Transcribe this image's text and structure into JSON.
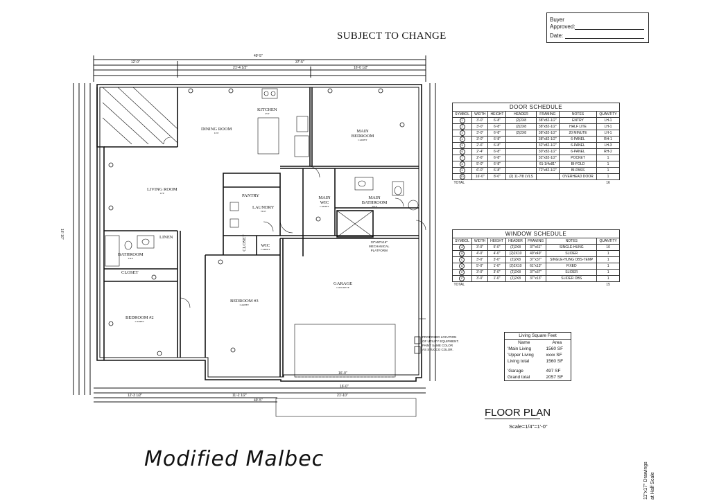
{
  "header": {
    "subject": "SUBJECT TO CHANGE"
  },
  "buyer_box": {
    "buyer_label": "Buyer",
    "approved_label": "Approved:",
    "date_label": "Date:"
  },
  "plan": {
    "title": "FLOOR PLAN",
    "scale": "Scale=1/4\"=1'-0\"",
    "handwritten": "Modified Malbec",
    "side_note_1": "11\"x17\" Drawings",
    "side_note_2": "at Half Scale",
    "utility_note": [
      "PROPOSED LOCATION",
      "OF UTILITY EQUIPMENT.",
      "PAINT SAME COLOR",
      "AS STUCCO COLOR."
    ],
    "mechanical_note": [
      "32\"x60\"x16\"",
      "MECHANICAL",
      "PLATFORM"
    ]
  },
  "rooms": {
    "dining": {
      "name": "DINING ROOM",
      "floor": "LVP"
    },
    "kitchen": {
      "name": "KITCHEN",
      "floor": "LVP"
    },
    "main_bedroom": {
      "name": "MAIN BEDROOM",
      "floor": "CARPET"
    },
    "living": {
      "name": "LIVING ROOM",
      "floor": "LVP"
    },
    "pantry": {
      "name": "PANTRY",
      "floor": ""
    },
    "laundry": {
      "name": "LAUNDRY",
      "floor": "TILE"
    },
    "main_wic": {
      "name": "MAIN WIC",
      "floor": "CARPET"
    },
    "main_bath": {
      "name": "MAIN BATHROOM",
      "floor": "TILE"
    },
    "linen": {
      "name": "LINEN",
      "floor": ""
    },
    "bathroom": {
      "name": "BATHROOM",
      "floor": "TILE"
    },
    "closet1": {
      "name": "CLOSET",
      "floor": ""
    },
    "closet2": {
      "name": "CLOSET",
      "floor": ""
    },
    "wic": {
      "name": "WIC",
      "floor": "CARPET"
    },
    "bedroom3": {
      "name": "BEDROOM #3",
      "floor": "CARPET"
    },
    "bedroom2": {
      "name": "BEDROOM #2",
      "floor": "CARPET"
    },
    "garage": {
      "name": "GARAGE",
      "floor": "CONCRETE"
    }
  },
  "dimensions": {
    "overall_top": "49'-5\"",
    "top_left": "12'-0\"",
    "top_right": "37'-5\"",
    "top_mid": "21'-4 1/2\"",
    "top_mid2": "16'-0 1/2\"",
    "left_overall": "16'-10\"",
    "bottom_overall": "49'-5\"",
    "bottom_garage": "21'-10\"",
    "bottom_garage_door": "16'-0\"",
    "bottom_left": "12'-3 1/2\"",
    "bottom_mid": "11'-2 1/2\"",
    "garage_door_dim": "16'-0\""
  },
  "door_schedule": {
    "title": "DOOR SCHEDULE",
    "headers": [
      "SYMBOL",
      "WIDTH",
      "HEIGHT",
      "HEADER",
      "FRAMING",
      "NOTES",
      "QUANTITY"
    ],
    "rows": [
      [
        "1",
        "3'-0\"",
        "6'-8\"",
        "(2)2X8",
        "38\"x82-1/2\"",
        "ENTRY",
        "LH-1"
      ],
      [
        "2",
        "3'-0\"",
        "6'-8\"",
        "(2)2X8",
        "38\"x82-1/2\"",
        "HALF LITE",
        "LH-1"
      ],
      [
        "3",
        "3'-0\"",
        "6'-8\"",
        "(2)2X8",
        "38\"x82-1/2\"",
        "20 MINUTE",
        "LH-1"
      ],
      [
        "4",
        "3'-0\"",
        "6'-8\"",
        "",
        "38\"x82-1/2\"",
        "6-PANEL",
        "RH-1"
      ],
      [
        "5",
        "2'-6\"",
        "6'-8\"",
        "",
        "32\"x82-1/2\"",
        "6-PANEL",
        "LH-3"
      ],
      [
        "6",
        "2'-4\"",
        "6'-8\"",
        "",
        "30\"x82-1/2\"",
        "6-PANEL",
        "RH-2"
      ],
      [
        "7",
        "2'-6\"",
        "6'-8\"",
        "",
        "32\"x82-1/2\"",
        "POCKET",
        "1"
      ],
      [
        "8",
        "5'-0\"",
        "6'-8\"",
        "",
        "61-1/4x81\"",
        "BI-FOLD",
        "1"
      ],
      [
        "9",
        "6'-0\"",
        "6'-8\"",
        "",
        "72\"x82-1/2\"",
        "BI-PASS",
        "1"
      ],
      [
        "10",
        "16'-0\"",
        "8'-0\"",
        "(2) 11-7/8 LVLS",
        "",
        "OVERHEAD DOOR",
        "1"
      ]
    ],
    "total_label": "TOTAL",
    "total_value": "16"
  },
  "window_schedule": {
    "title": "WINDOW SCHEDULE",
    "headers": [
      "SYMBOL",
      "WIDTH",
      "HEIGHT",
      "HEADER",
      "FRAMING",
      "NOTES",
      "QUANTITY"
    ],
    "rows": [
      [
        "A",
        "3'-0\"",
        "5'-0\"",
        "(2)2X8",
        "37\"x61\"",
        "SINGLE-HUNG",
        "10"
      ],
      [
        "B",
        "4'-0\"",
        "4'-0\"",
        "(2)2X10",
        "49\"x49\"",
        "SLIDER",
        "1"
      ],
      [
        "C",
        "3'-0\"",
        "3'-0\"",
        "(2)2X8",
        "37\"x37\"",
        "SINGLE-HUNG OBS-TEMP",
        "1"
      ],
      [
        "D",
        "5'-0\"",
        "1'-0\"",
        "(2)2X10",
        "61\"x13\"",
        "FIXED",
        "1"
      ],
      [
        "E",
        "3'-0\"",
        "3'-0\"",
        "(2)2X8",
        "37\"x37\"",
        "SLIDER",
        "1"
      ],
      [
        "F",
        "3'-0\"",
        "1'-0\"",
        "(2)2X8",
        "37\"x13\"",
        "SLIDER OBS",
        "1"
      ]
    ],
    "total_label": "TOTAL",
    "total_value": "15"
  },
  "living_sf": {
    "title": "Living Square Feet",
    "col_name": "Name",
    "col_area": "Area",
    "rows": [
      [
        "'Main Living",
        "1560 SF"
      ],
      [
        "'Upper Living",
        "xxxx SF"
      ],
      [
        "Living total",
        "1560 SF"
      ],
      [
        "'Garage",
        "497 SF"
      ],
      [
        "Grand total",
        "2057 SF"
      ]
    ]
  }
}
